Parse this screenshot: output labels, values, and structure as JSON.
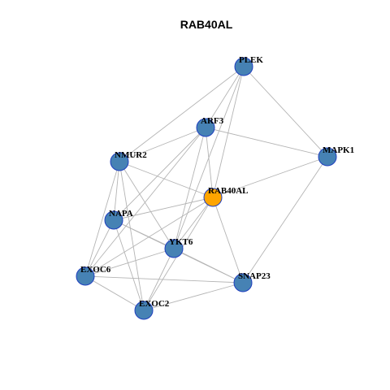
{
  "title": "RAB40AL",
  "colors": {
    "node_fill": "#4682b4",
    "highlight_fill": "#ffa500",
    "node_stroke": "#1f3fbf",
    "edge": "#b4b4b4",
    "background": "#ffffff"
  },
  "nodes": [
    {
      "id": "PLEK",
      "label": "PLEK",
      "highlight": false
    },
    {
      "id": "ARF3",
      "label": "ARF3",
      "highlight": false
    },
    {
      "id": "MAPK1",
      "label": "MAPK1",
      "highlight": false
    },
    {
      "id": "NMUR2",
      "label": "NMUR2",
      "highlight": false
    },
    {
      "id": "RAB40AL",
      "label": "RAB40AL",
      "highlight": true
    },
    {
      "id": "NAPA",
      "label": "NAPA",
      "highlight": false
    },
    {
      "id": "YKT6",
      "label": "YKT6",
      "highlight": false
    },
    {
      "id": "EXOC6",
      "label": "EXOC6",
      "highlight": false
    },
    {
      "id": "SNAP23",
      "label": "SNAP23",
      "highlight": false
    },
    {
      "id": "EXOC2",
      "label": "EXOC2",
      "highlight": false
    }
  ],
  "edges": [
    [
      "PLEK",
      "ARF3"
    ],
    [
      "PLEK",
      "MAPK1"
    ],
    [
      "PLEK",
      "NMUR2"
    ],
    [
      "PLEK",
      "RAB40AL"
    ],
    [
      "PLEK",
      "YKT6"
    ],
    [
      "ARF3",
      "NMUR2"
    ],
    [
      "ARF3",
      "MAPK1"
    ],
    [
      "ARF3",
      "RAB40AL"
    ],
    [
      "ARF3",
      "NAPA"
    ],
    [
      "ARF3",
      "YKT6"
    ],
    [
      "ARF3",
      "EXOC6"
    ],
    [
      "MAPK1",
      "RAB40AL"
    ],
    [
      "MAPK1",
      "SNAP23"
    ],
    [
      "NMUR2",
      "RAB40AL"
    ],
    [
      "NMUR2",
      "NAPA"
    ],
    [
      "NMUR2",
      "YKT6"
    ],
    [
      "NMUR2",
      "EXOC6"
    ],
    [
      "NMUR2",
      "EXOC2"
    ],
    [
      "RAB40AL",
      "NAPA"
    ],
    [
      "RAB40AL",
      "YKT6"
    ],
    [
      "RAB40AL",
      "EXOC6"
    ],
    [
      "RAB40AL",
      "SNAP23"
    ],
    [
      "RAB40AL",
      "EXOC2"
    ],
    [
      "NAPA",
      "YKT6"
    ],
    [
      "NAPA",
      "EXOC6"
    ],
    [
      "NAPA",
      "EXOC2"
    ],
    [
      "NAPA",
      "SNAP23"
    ],
    [
      "YKT6",
      "EXOC6"
    ],
    [
      "YKT6",
      "SNAP23"
    ],
    [
      "YKT6",
      "EXOC2"
    ],
    [
      "EXOC6",
      "EXOC2"
    ],
    [
      "EXOC6",
      "SNAP23"
    ],
    [
      "EXOC2",
      "SNAP23"
    ]
  ]
}
